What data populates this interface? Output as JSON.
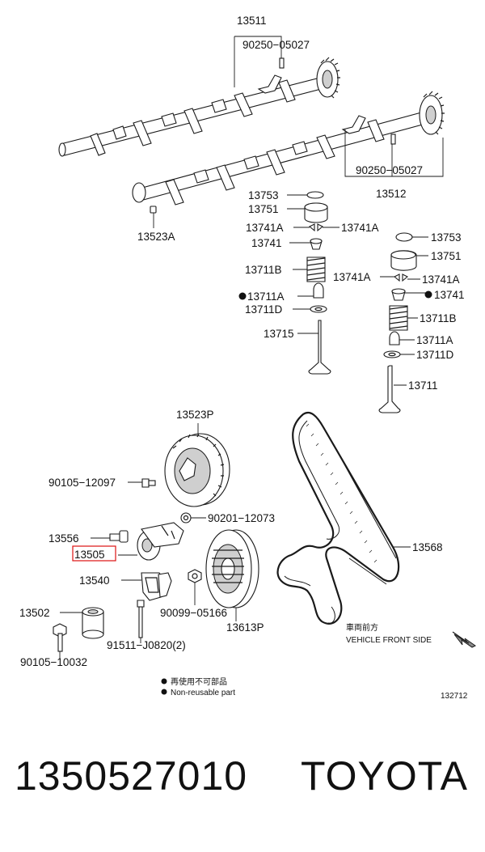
{
  "labels": {
    "l13511": "13511",
    "l90250a": "90250−05027",
    "l90250b": "90250−05027",
    "l13512": "13512",
    "l13523A": "13523A",
    "l13753a": "13753",
    "l13751a": "13751",
    "l13741Aa": "13741A",
    "l13741Ab": "13741A",
    "l13741a": "13741",
    "l13711Ba": "13711B",
    "l13711Aa": "13711A",
    "l13711Da": "13711D",
    "l13715": "13715",
    "l13753b": "13753",
    "l13751b": "13751",
    "l13741Ac": "13741A",
    "l13741Ad": "13741A",
    "l13741b": "13741",
    "l13711Bb": "13711B",
    "l13711Ab": "13711A",
    "l13711Db": "13711D",
    "l13711": "13711",
    "l13523P": "13523P",
    "l90105_12097": "90105−12097",
    "l90201_12073": "90201−12073",
    "l13556": "13556",
    "l13505": "13505",
    "l13568": "13568",
    "l13540": "13540",
    "l90099_05166": "90099−05166",
    "l13613P": "13613P",
    "l13502": "13502",
    "l91511": "91511−J0820(2)",
    "l90105_10032": "90105−10032",
    "front_jp": "車両前方",
    "front_en": "VEHICLE FRONT SIDE",
    "legend_jp": "再使用不可部品",
    "legend_en": "Non-reusable part",
    "diagram_id": "132712"
  },
  "highlight_color": "#dd1111",
  "footer": {
    "part_number": "1350527010",
    "brand": "TOYOTA"
  }
}
